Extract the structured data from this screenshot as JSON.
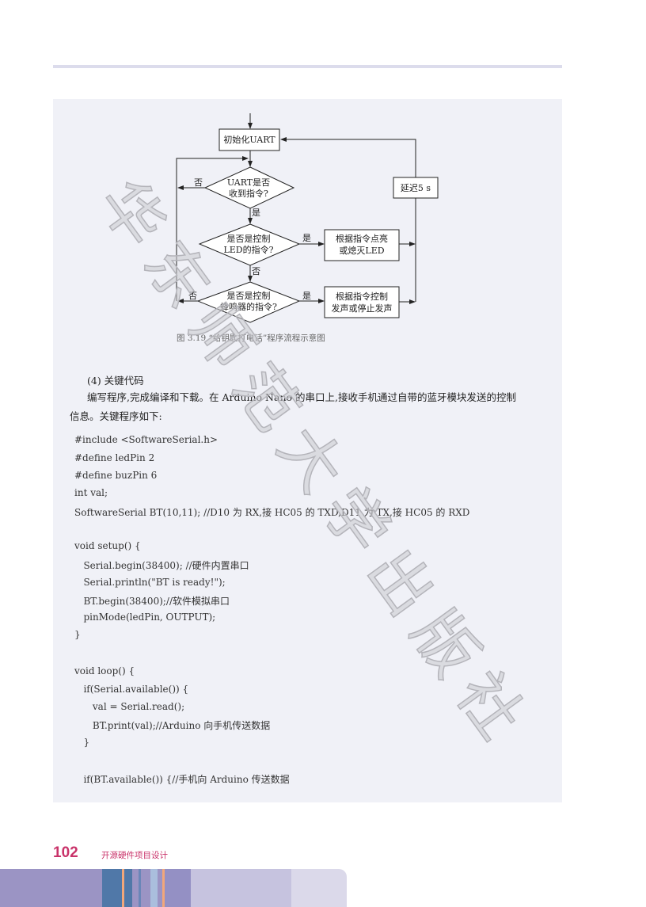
{
  "flowchart": {
    "init_box": "初始化UART",
    "decision1": [
      "UART是否",
      "收到指令?"
    ],
    "decision2": [
      "是否是控制",
      "LED的指令?"
    ],
    "decision3": [
      "是否是控制",
      "蜂鸣器的指令?"
    ],
    "action_led": [
      "根据指令点亮",
      "或熄灭LED"
    ],
    "action_buzzer": [
      "根据指令控制",
      "发声或停止发声"
    ],
    "delay_box": "延迟5 s",
    "yes": "是",
    "no": "否",
    "caption": "图 3.19  “给钥匙打电话”程序流程示意图"
  },
  "section_heading": "(4) 关键代码",
  "paragraph": [
    "编写程序,完成编译和下载。在 Arduino Nano 的串口上,接收手机通过自带的蓝牙模块发送的控制",
    "信息。关键程序如下:"
  ],
  "code_lines": [
    "#include <SoftwareSerial.h>",
    "#define ledPin 2",
    "#define buzPin 6",
    "int val;",
    "SoftwareSerial BT(10,11); //D10 为 RX,接 HC05 的 TXD,D11 为 TX,接 HC05 的 RXD",
    "void setup() {",
    "   Serial.begin(38400); //硬件内置串口",
    "   Serial.println(\"BT is ready!\");",
    "   BT.begin(38400);//软件模拟串口",
    "   pinMode(ledPin, OUTPUT);",
    "}",
    "void loop() {",
    "   if(Serial.available()) {",
    "      val = Serial.read();",
    "      BT.print(val);//Arduino 向手机传送数据",
    "   }",
    "   if(BT.available()) {//手机向 Arduino 传送数据"
  ],
  "watermark": "华东师范大学出版社",
  "footer": {
    "page_number": "102",
    "book_title": "开源硬件项目设计"
  },
  "colors": {
    "page_number": "#c9336a",
    "panel": "#f0f1f7"
  }
}
